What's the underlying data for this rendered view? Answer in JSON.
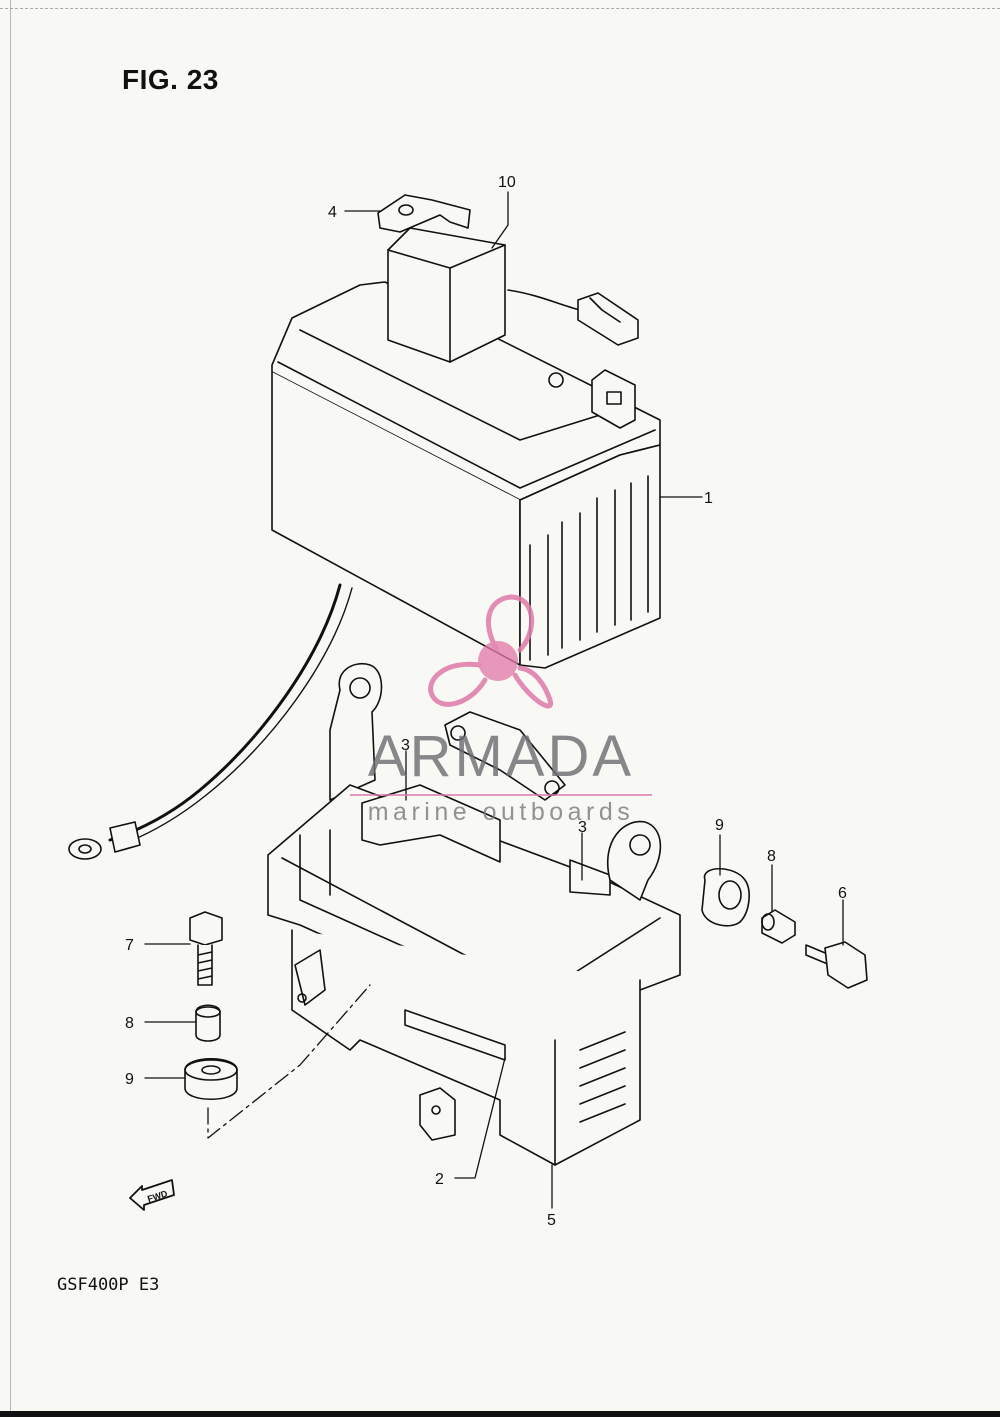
{
  "figure": {
    "title": "FIG. 23",
    "model": "GSF400P  E3",
    "fwd_label": "FWD"
  },
  "callouts": [
    "1",
    "2",
    "3",
    "3",
    "4",
    "5",
    "6",
    "7",
    "8",
    "8",
    "9",
    "9",
    "10"
  ],
  "watermark": {
    "brand": "ARMADA",
    "tagline": "marine outboards",
    "color": "#e07aa8"
  },
  "colors": {
    "line": "#111111",
    "paper": "#f8f8f5"
  }
}
